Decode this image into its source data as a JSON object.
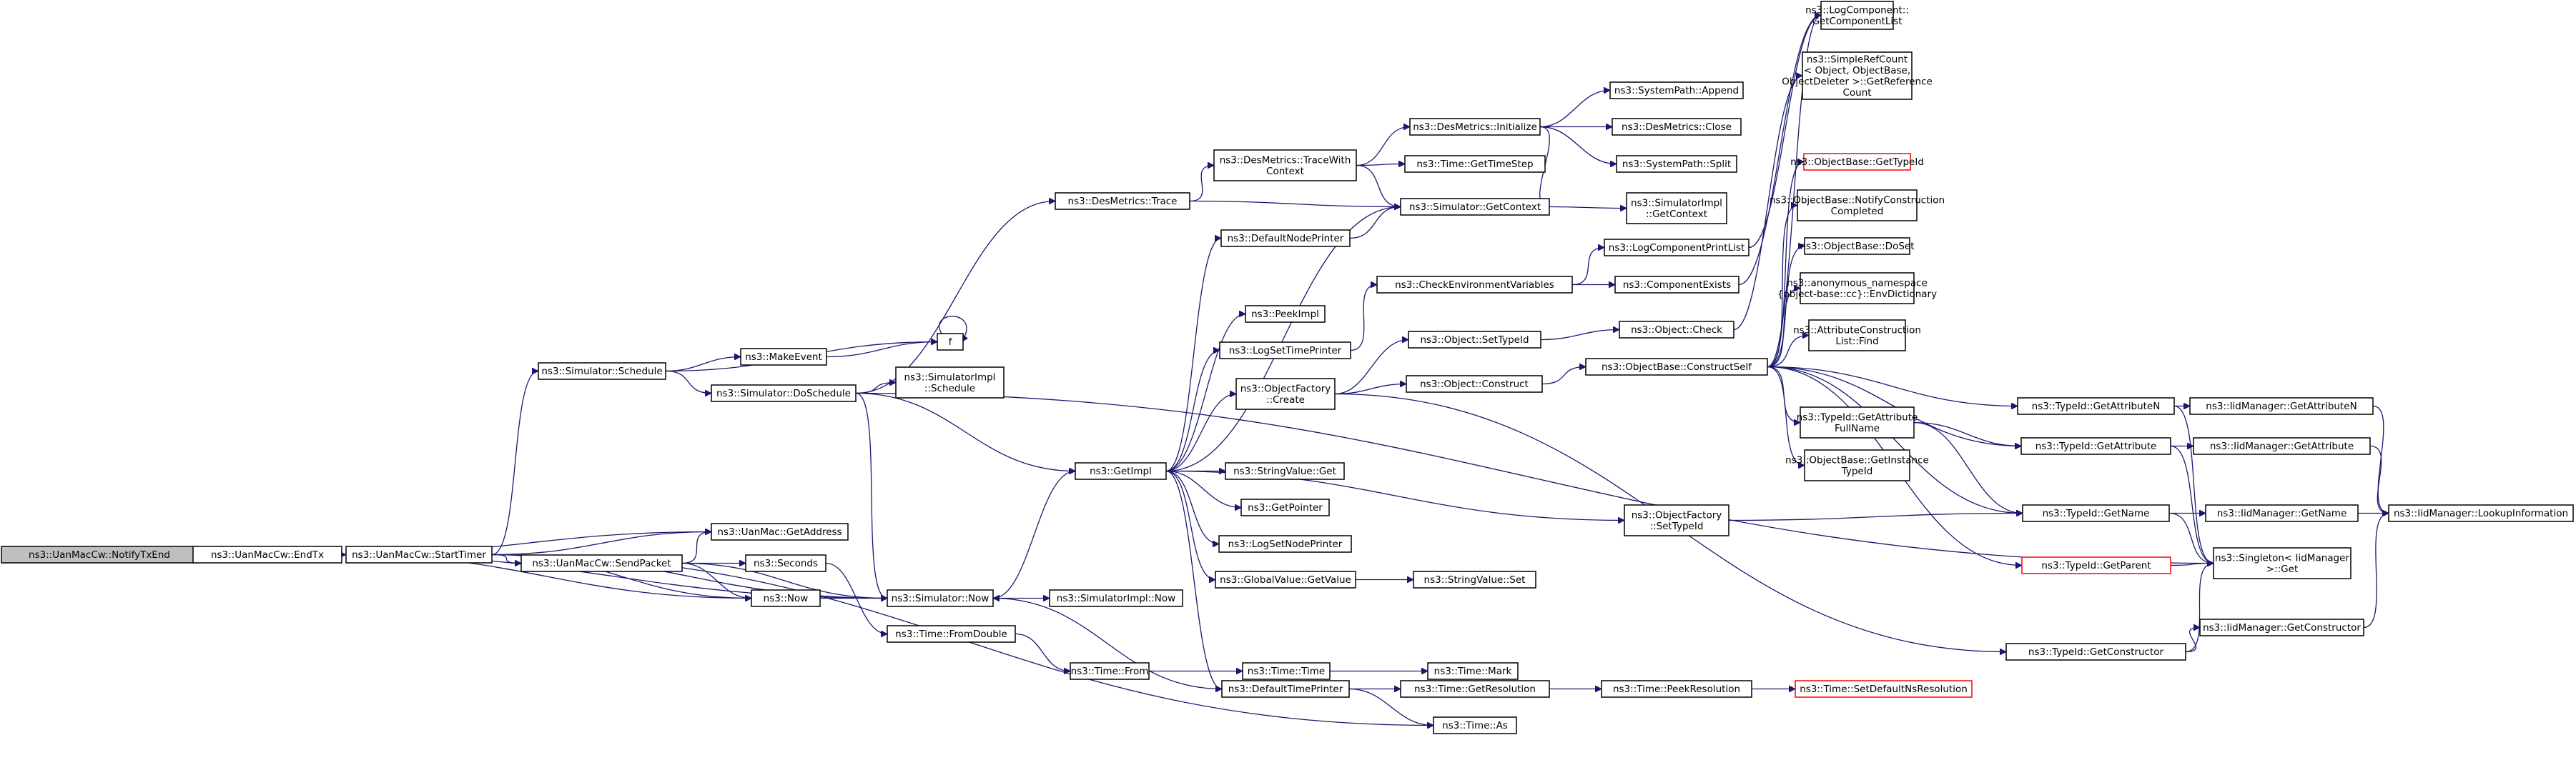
{
  "colors": {
    "edge": "#191970",
    "root_fill": "#bfbfbf",
    "broken_link_border": "#ff0000"
  },
  "nodes": [
    {
      "id": "root",
      "lines": [
        "ns3::UanMacCw::NotifyTxEnd"
      ],
      "root": true
    },
    {
      "id": "endtx",
      "lines": [
        "ns3::UanMacCw::EndTx"
      ]
    },
    {
      "id": "starttimer",
      "lines": [
        "ns3::UanMacCw::StartTimer"
      ]
    },
    {
      "id": "sendpacket",
      "lines": [
        "ns3::UanMacCw::SendPacket"
      ]
    },
    {
      "id": "getaddress",
      "lines": [
        "ns3::UanMac::GetAddress"
      ]
    },
    {
      "id": "schedule",
      "lines": [
        "ns3::Simulator::Schedule"
      ]
    },
    {
      "id": "doschedule",
      "lines": [
        "ns3::Simulator::DoSchedule"
      ]
    },
    {
      "id": "makeevent",
      "lines": [
        "ns3::MakeEvent"
      ]
    },
    {
      "id": "f",
      "lines": [
        "f"
      ]
    },
    {
      "id": "simimpl_schedule",
      "lines": [
        "ns3::SimulatorImpl",
        "::Schedule"
      ]
    },
    {
      "id": "seconds",
      "lines": [
        "ns3::Seconds"
      ]
    },
    {
      "id": "now3",
      "lines": [
        "ns3::Now"
      ]
    },
    {
      "id": "simnow",
      "lines": [
        "ns3::Simulator::Now"
      ]
    },
    {
      "id": "fromdouble",
      "lines": [
        "ns3::Time::FromDouble"
      ]
    },
    {
      "id": "timefrom",
      "lines": [
        "ns3::Time::From"
      ]
    },
    {
      "id": "timetime",
      "lines": [
        "ns3::Time::Time"
      ]
    },
    {
      "id": "timemark",
      "lines": [
        "ns3::Time::Mark"
      ]
    },
    {
      "id": "desmetrics_trace",
      "lines": [
        "ns3::DesMetrics::Trace"
      ]
    },
    {
      "id": "getimpl",
      "lines": [
        "ns3::GetImpl"
      ]
    },
    {
      "id": "simimpl_now",
      "lines": [
        "ns3::SimulatorImpl::Now"
      ]
    },
    {
      "id": "tracewith",
      "lines": [
        "ns3::DesMetrics::TraceWith",
        "Context"
      ]
    },
    {
      "id": "defnodeprinter",
      "lines": [
        "ns3::DefaultNodePrinter"
      ]
    },
    {
      "id": "peekimpl",
      "lines": [
        "ns3::PeekImpl"
      ]
    },
    {
      "id": "logsettime",
      "lines": [
        "ns3::LogSetTimePrinter"
      ]
    },
    {
      "id": "objfactory_create",
      "lines": [
        "ns3::ObjectFactory",
        "::Create"
      ]
    },
    {
      "id": "stringvalue_get",
      "lines": [
        "ns3::StringValue::Get"
      ]
    },
    {
      "id": "getpointer",
      "lines": [
        "ns3::GetPointer"
      ]
    },
    {
      "id": "logsetnode",
      "lines": [
        "ns3::LogSetNodePrinter"
      ]
    },
    {
      "id": "globalvalue_get",
      "lines": [
        "ns3::GlobalValue::GetValue"
      ]
    },
    {
      "id": "deftimeprinter",
      "lines": [
        "ns3::DefaultTimePrinter"
      ]
    },
    {
      "id": "desmetrics_init",
      "lines": [
        "ns3::DesMetrics::Initialize"
      ]
    },
    {
      "id": "getcontext",
      "lines": [
        "ns3::Simulator::GetContext"
      ]
    },
    {
      "id": "time_gettimestep",
      "lines": [
        "ns3::Time::GetTimeStep"
      ]
    },
    {
      "id": "checkenv",
      "lines": [
        "ns3::CheckEnvironmentVariables"
      ]
    },
    {
      "id": "object_settypeid",
      "lines": [
        "ns3::Object::SetTypeId"
      ]
    },
    {
      "id": "object_construct",
      "lines": [
        "ns3::Object::Construct"
      ]
    },
    {
      "id": "stringvalue_set",
      "lines": [
        "ns3::StringValue::Set"
      ]
    },
    {
      "id": "time_getres",
      "lines": [
        "ns3::Time::GetResolution"
      ]
    },
    {
      "id": "time_as",
      "lines": [
        "ns3::Time::As"
      ]
    },
    {
      "id": "syspath_append",
      "lines": [
        "ns3::SystemPath::Append"
      ]
    },
    {
      "id": "desmetrics_close",
      "lines": [
        "ns3::DesMetrics::Close"
      ]
    },
    {
      "id": "syspath_split",
      "lines": [
        "ns3::SystemPath::Split"
      ]
    },
    {
      "id": "simimpl_getcontext",
      "lines": [
        "ns3::SimulatorImpl",
        "::GetContext"
      ]
    },
    {
      "id": "logcompprintlist",
      "lines": [
        "ns3::LogComponentPrintList"
      ]
    },
    {
      "id": "compexists",
      "lines": [
        "ns3::ComponentExists"
      ]
    },
    {
      "id": "object_check",
      "lines": [
        "ns3::Object::Check"
      ]
    },
    {
      "id": "constructself",
      "lines": [
        "ns3::ObjectBase::ConstructSelf"
      ]
    },
    {
      "id": "objfactory_settypeid",
      "lines": [
        "ns3::ObjectFactory",
        "::SetTypeId"
      ]
    },
    {
      "id": "time_peekres",
      "lines": [
        "ns3::Time::PeekResolution"
      ]
    },
    {
      "id": "time_setdefault",
      "lines": [
        "ns3::Time::SetDefaultNsResolution"
      ],
      "red": true
    },
    {
      "id": "logcomp_getlist",
      "lines": [
        "ns3::LogComponent::",
        "GetComponentList"
      ]
    },
    {
      "id": "simplerefcount",
      "lines": [
        "ns3::SimpleRefCount",
        "< Object, ObjectBase,",
        "ObjectDeleter >::GetReference",
        "Count"
      ]
    },
    {
      "id": "objbase_gettypeid",
      "lines": [
        "ns3::ObjectBase::GetTypeId"
      ],
      "red": true
    },
    {
      "id": "objbase_notify",
      "lines": [
        "ns3::ObjectBase::NotifyConstruction",
        "Completed"
      ]
    },
    {
      "id": "objbase_doset",
      "lines": [
        "ns3::ObjectBase::DoSet"
      ]
    },
    {
      "id": "envdict",
      "lines": [
        "ns3::anonymous_namespace",
        "{object-base::cc}::EnvDictionary"
      ]
    },
    {
      "id": "attrconstruct",
      "lines": [
        "ns3::AttributeConstruction",
        "List::Find"
      ]
    },
    {
      "id": "typeid_getattrfull",
      "lines": [
        "ns3::TypeId::GetAttribute",
        "FullName"
      ]
    },
    {
      "id": "objbase_getinstance",
      "lines": [
        "ns3::ObjectBase::GetInstance",
        "TypeId"
      ]
    },
    {
      "id": "typeid_getattrn",
      "lines": [
        "ns3::TypeId::GetAttributeN"
      ]
    },
    {
      "id": "typeid_getattr",
      "lines": [
        "ns3::TypeId::GetAttribute"
      ]
    },
    {
      "id": "typeid_getname",
      "lines": [
        "ns3::TypeId::GetName"
      ]
    },
    {
      "id": "typeid_getparent",
      "lines": [
        "ns3::TypeId::GetParent"
      ],
      "red": true
    },
    {
      "id": "typeid_getctor",
      "lines": [
        "ns3::TypeId::GetConstructor"
      ]
    },
    {
      "id": "iid_getattrn",
      "lines": [
        "ns3::IidManager::GetAttributeN"
      ]
    },
    {
      "id": "iid_getattr",
      "lines": [
        "ns3::IidManager::GetAttribute"
      ]
    },
    {
      "id": "iid_getname",
      "lines": [
        "ns3::IidManager::GetName"
      ]
    },
    {
      "id": "singleton_get",
      "lines": [
        "ns3::Singleton< IidManager",
        ">::Get"
      ]
    },
    {
      "id": "iid_getctor",
      "lines": [
        "ns3::IidManager::GetConstructor"
      ]
    },
    {
      "id": "iid_lookup",
      "lines": [
        "ns3::IidManager::LookupInformation"
      ]
    }
  ],
  "edges": [
    [
      "root",
      "endtx"
    ],
    [
      "endtx",
      "starttimer"
    ],
    [
      "endtx",
      "getaddress"
    ],
    [
      "endtx",
      "now3"
    ],
    [
      "endtx",
      "simnow"
    ],
    [
      "starttimer",
      "schedule"
    ],
    [
      "starttimer",
      "getaddress"
    ],
    [
      "starttimer",
      "sendpacket"
    ],
    [
      "starttimer",
      "now3"
    ],
    [
      "starttimer",
      "simnow"
    ],
    [
      "starttimer",
      "time_as"
    ],
    [
      "sendpacket",
      "getaddress"
    ],
    [
      "sendpacket",
      "seconds"
    ],
    [
      "sendpacket",
      "now3"
    ],
    [
      "sendpacket",
      "simnow"
    ],
    [
      "schedule",
      "makeevent"
    ],
    [
      "schedule",
      "f"
    ],
    [
      "schedule",
      "doschedule"
    ],
    [
      "makeevent",
      "f"
    ],
    [
      "f",
      "f"
    ],
    [
      "doschedule",
      "simimpl_schedule"
    ],
    [
      "doschedule",
      "desmetrics_trace"
    ],
    [
      "doschedule",
      "getimpl"
    ],
    [
      "doschedule",
      "simnow"
    ],
    [
      "doschedule",
      "singleton_get"
    ],
    [
      "seconds",
      "fromdouble"
    ],
    [
      "now3",
      "simnow"
    ],
    [
      "fromdouble",
      "timefrom"
    ],
    [
      "timefrom",
      "timetime"
    ],
    [
      "timetime",
      "timemark"
    ],
    [
      "simnow",
      "getimpl"
    ],
    [
      "simnow",
      "simimpl_now"
    ],
    [
      "desmetrics_trace",
      "tracewith"
    ],
    [
      "desmetrics_trace",
      "getcontext"
    ],
    [
      "tracewith",
      "desmetrics_init"
    ],
    [
      "tracewith",
      "time_gettimestep"
    ],
    [
      "tracewith",
      "getcontext"
    ],
    [
      "desmetrics_init",
      "syspath_append"
    ],
    [
      "desmetrics_init",
      "desmetrics_close"
    ],
    [
      "desmetrics_init",
      "syspath_split"
    ],
    [
      "desmetrics_init",
      "getcontext"
    ],
    [
      "getcontext",
      "simimpl_getcontext"
    ],
    [
      "getimpl",
      "defnodeprinter"
    ],
    [
      "getimpl",
      "getcontext"
    ],
    [
      "getimpl",
      "peekimpl"
    ],
    [
      "getimpl",
      "logsettime"
    ],
    [
      "getimpl",
      "objfactory_create"
    ],
    [
      "getimpl",
      "stringvalue_get"
    ],
    [
      "getimpl",
      "getpointer"
    ],
    [
      "getimpl",
      "logsetnode"
    ],
    [
      "getimpl",
      "globalvalue_get"
    ],
    [
      "getimpl",
      "deftimeprinter"
    ],
    [
      "getimpl",
      "objfactory_settypeid"
    ],
    [
      "defnodeprinter",
      "getcontext"
    ],
    [
      "logsettime",
      "checkenv"
    ],
    [
      "checkenv",
      "logcompprintlist"
    ],
    [
      "checkenv",
      "compexists"
    ],
    [
      "logcompprintlist",
      "logcomp_getlist"
    ],
    [
      "compexists",
      "logcomp_getlist"
    ],
    [
      "objfactory_create",
      "object_settypeid"
    ],
    [
      "objfactory_create",
      "object_construct"
    ],
    [
      "objfactory_create",
      "typeid_getctor"
    ],
    [
      "object_settypeid",
      "object_check"
    ],
    [
      "object_check",
      "simplerefcount"
    ],
    [
      "object_construct",
      "constructself"
    ],
    [
      "globalvalue_get",
      "stringvalue_set"
    ],
    [
      "deftimeprinter",
      "time_getres"
    ],
    [
      "deftimeprinter",
      "time_as"
    ],
    [
      "deftimeprinter",
      "simnow"
    ],
    [
      "time_getres",
      "time_peekres"
    ],
    [
      "time_peekres",
      "time_setdefault"
    ],
    [
      "constructself",
      "logcomp_getlist"
    ],
    [
      "constructself",
      "objbase_gettypeid"
    ],
    [
      "constructself",
      "objbase_notify"
    ],
    [
      "constructself",
      "objbase_doset"
    ],
    [
      "constructself",
      "envdict"
    ],
    [
      "constructself",
      "attrconstruct"
    ],
    [
      "constructself",
      "typeid_getattrfull"
    ],
    [
      "constructself",
      "objbase_getinstance"
    ],
    [
      "constructself",
      "typeid_getattrn"
    ],
    [
      "constructself",
      "typeid_getattr"
    ],
    [
      "constructself",
      "typeid_getname"
    ],
    [
      "constructself",
      "typeid_getparent"
    ],
    [
      "objfactory_settypeid",
      "typeid_getname"
    ],
    [
      "typeid_getattrfull",
      "typeid_getattr"
    ],
    [
      "typeid_getattrfull",
      "typeid_getname"
    ],
    [
      "typeid_getattrn",
      "iid_getattrn"
    ],
    [
      "typeid_getattrn",
      "singleton_get"
    ],
    [
      "typeid_getattr",
      "iid_getattr"
    ],
    [
      "typeid_getattr",
      "singleton_get"
    ],
    [
      "typeid_getname",
      "iid_getname"
    ],
    [
      "typeid_getname",
      "singleton_get"
    ],
    [
      "typeid_getparent",
      "singleton_get"
    ],
    [
      "typeid_getctor",
      "iid_getctor"
    ],
    [
      "typeid_getctor",
      "singleton_get"
    ],
    [
      "iid_getattrn",
      "iid_lookup"
    ],
    [
      "iid_getattr",
      "iid_lookup"
    ],
    [
      "iid_getname",
      "iid_lookup"
    ],
    [
      "iid_getctor",
      "iid_lookup"
    ]
  ]
}
